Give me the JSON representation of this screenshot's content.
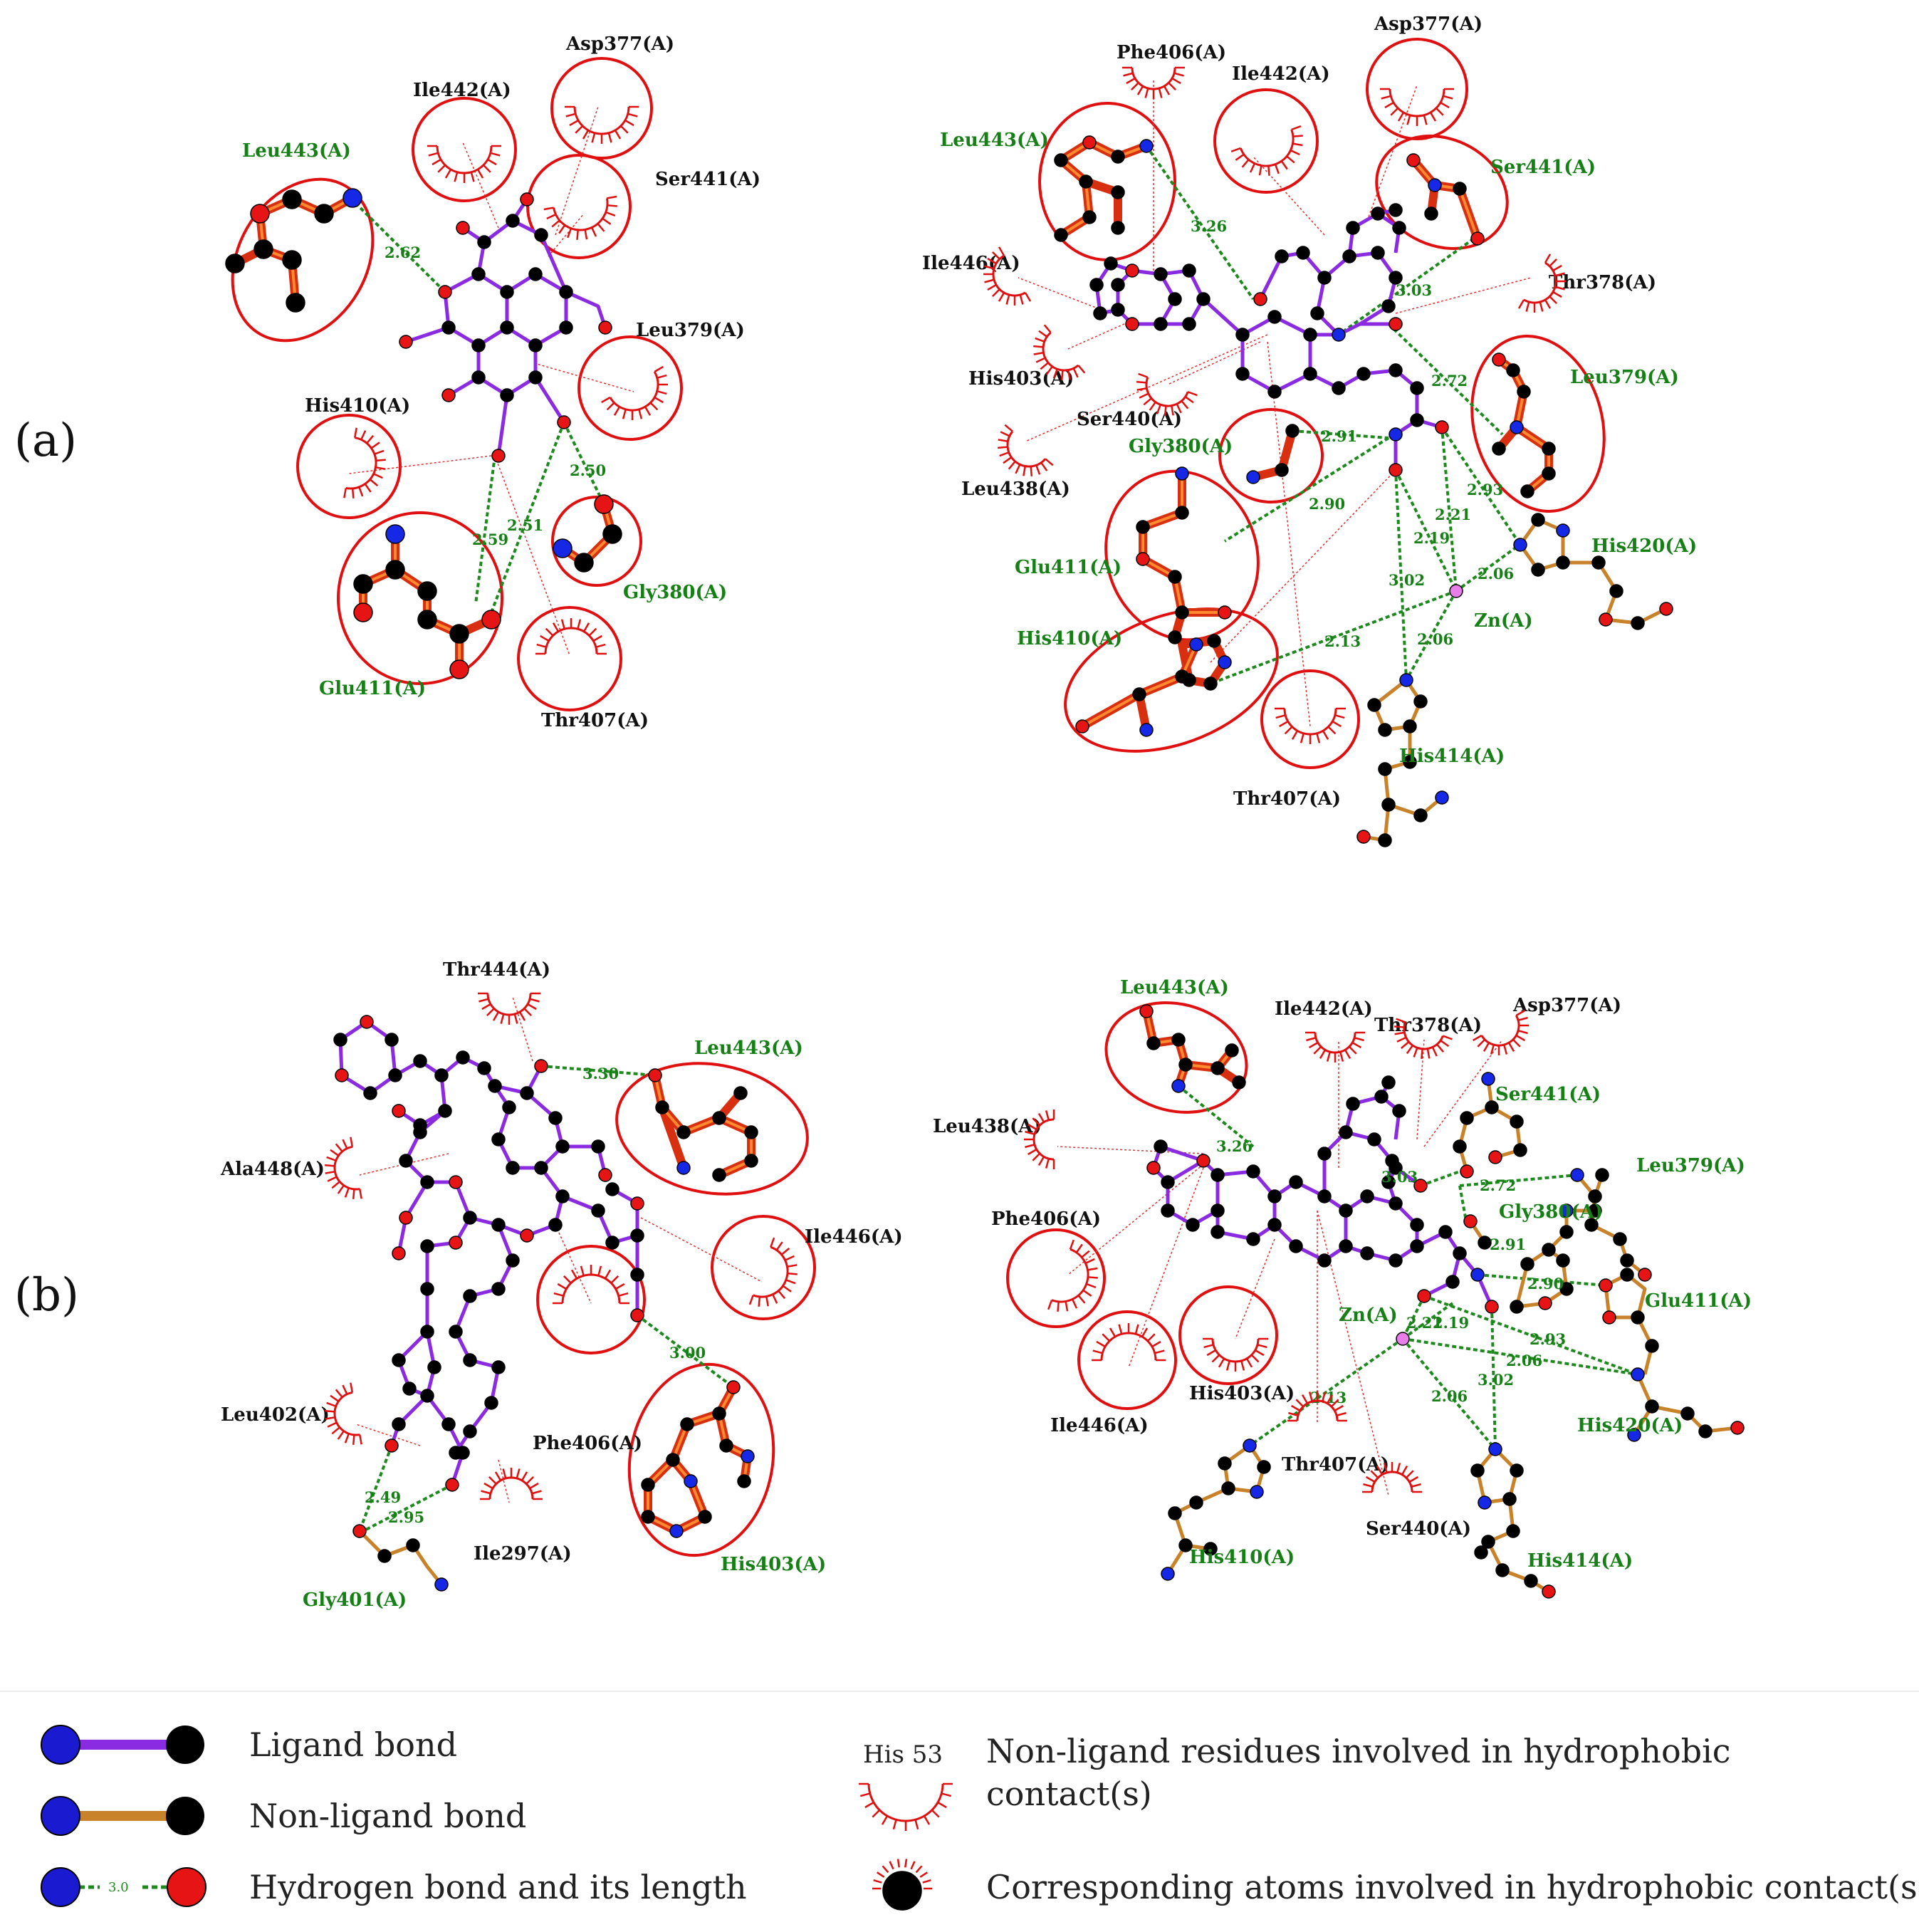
{
  "panels": [
    {
      "label": "(a)",
      "diagrams": [
        {
          "residues": [
            {
              "name": "Leu443(A)",
              "hbond": true
            },
            {
              "name": "Ile442(A)",
              "hbond": false
            },
            {
              "name": "Asp377(A)",
              "hbond": false
            },
            {
              "name": "Ser441(A)",
              "hbond": false
            },
            {
              "name": "Leu379(A)",
              "hbond": false
            },
            {
              "name": "His410(A)",
              "hbond": false
            },
            {
              "name": "Gly380(A)",
              "hbond": true
            },
            {
              "name": "Glu411(A)",
              "hbond": true
            },
            {
              "name": "Thr407(A)",
              "hbond": false
            }
          ],
          "distances": [
            "2.62",
            "2.50",
            "2.59",
            "2.51"
          ]
        },
        {
          "residues": [
            {
              "name": "Phe406(A)",
              "hbond": false
            },
            {
              "name": "Ile442(A)",
              "hbond": false
            },
            {
              "name": "Asp377(A)",
              "hbond": false
            },
            {
              "name": "Leu443(A)",
              "hbond": true
            },
            {
              "name": "Ser441(A)",
              "hbond": true
            },
            {
              "name": "Ile446(A)",
              "hbond": false
            },
            {
              "name": "Thr378(A)",
              "hbond": false
            },
            {
              "name": "His403(A)",
              "hbond": false
            },
            {
              "name": "Leu379(A)",
              "hbond": true
            },
            {
              "name": "Ser440(A)",
              "hbond": false
            },
            {
              "name": "Gly380(A)",
              "hbond": true
            },
            {
              "name": "Leu438(A)",
              "hbond": false
            },
            {
              "name": "Glu411(A)",
              "hbond": true
            },
            {
              "name": "His420(A)",
              "hbond": true
            },
            {
              "name": "Zn(A)",
              "hbond": true
            },
            {
              "name": "His410(A)",
              "hbond": true
            },
            {
              "name": "His414(A)",
              "hbond": true
            },
            {
              "name": "Thr407(A)",
              "hbond": false
            }
          ],
          "distances": [
            "3.26",
            "3.03",
            "2.72",
            "2.91",
            "2.90",
            "2.93",
            "2.21",
            "2.19",
            "3.02",
            "2.06",
            "2.13",
            "2.06"
          ]
        }
      ]
    },
    {
      "label": "(b)",
      "diagrams": [
        {
          "residues": [
            {
              "name": "Thr444(A)",
              "hbond": false
            },
            {
              "name": "Leu443(A)",
              "hbond": true
            },
            {
              "name": "Ala448(A)",
              "hbond": false
            },
            {
              "name": "Ile446(A)",
              "hbond": false
            },
            {
              "name": "Leu402(A)",
              "hbond": false
            },
            {
              "name": "Phe406(A)",
              "hbond": false
            },
            {
              "name": "His403(A)",
              "hbond": true
            },
            {
              "name": "Ile297(A)",
              "hbond": false
            },
            {
              "name": "Gly401(A)",
              "hbond": true
            }
          ],
          "distances": [
            "3.30",
            "3.00",
            "2.49",
            "2.95"
          ]
        },
        {
          "residues": [
            {
              "name": "Leu443(A)",
              "hbond": true
            },
            {
              "name": "Ile442(A)",
              "hbond": false
            },
            {
              "name": "Thr378(A)",
              "hbond": false
            },
            {
              "name": "Asp377(A)",
              "hbond": false
            },
            {
              "name": "Ser441(A)",
              "hbond": true
            },
            {
              "name": "Leu438(A)",
              "hbond": false
            },
            {
              "name": "Leu379(A)",
              "hbond": true
            },
            {
              "name": "Gly380(A)",
              "hbond": true
            },
            {
              "name": "Phe406(A)",
              "hbond": false
            },
            {
              "name": "Glu411(A)",
              "hbond": true
            },
            {
              "name": "Zn(A)",
              "hbond": true
            },
            {
              "name": "Ile446(A)",
              "hbond": false
            },
            {
              "name": "His403(A)",
              "hbond": false
            },
            {
              "name": "His420(A)",
              "hbond": true
            },
            {
              "name": "Thr407(A)",
              "hbond": false
            },
            {
              "name": "Ser440(A)",
              "hbond": false
            },
            {
              "name": "His410(A)",
              "hbond": true
            },
            {
              "name": "His414(A)",
              "hbond": true
            }
          ],
          "distances": [
            "3.26",
            "3.03",
            "2.72",
            "2.91",
            "2.90",
            "2.21",
            "2.19",
            "2.93",
            "2.06",
            "2.13",
            "2.06",
            "3.02"
          ]
        }
      ]
    }
  ],
  "legend": {
    "ligand_bond": "Ligand bond",
    "non_ligand_bond": "Non-ligand bond",
    "hbond": "Hydrogen bond and its length",
    "hbond_sample": "3.0",
    "hydrophobic_residue_line1": "Non-ligand residues involved in hydrophobic",
    "hydrophobic_residue_line2": "contact(s)",
    "hydrophobic_sample": "His 53",
    "hydrophobic_atoms": "Corresponding atoms involved in hydrophobic contact(s)"
  },
  "colors": {
    "ligand_bond": "#8a2be2",
    "non_ligand_bond": "#c8822a",
    "hbond": "#1e8a1e",
    "contact_circle": "#e01010",
    "carbon": "#000000",
    "nitrogen": "#1428e6",
    "oxygen": "#e61414",
    "zinc": "#e87ee8",
    "text_green": "#168016"
  }
}
